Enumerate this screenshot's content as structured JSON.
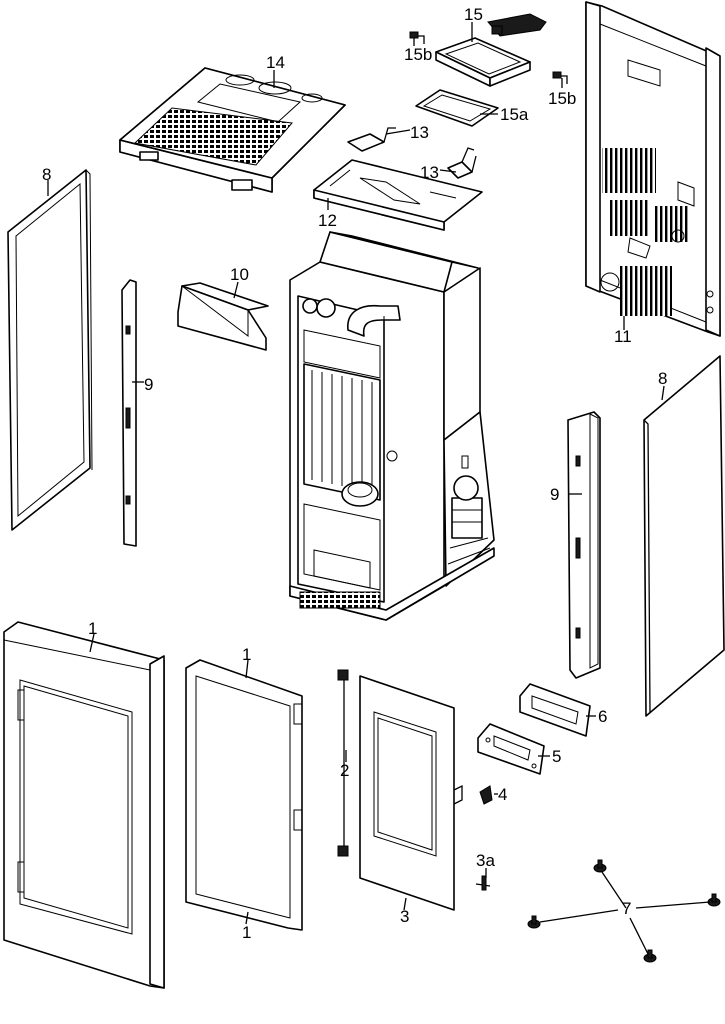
{
  "labels": {
    "p1": "1",
    "p2": "2",
    "p3": "3",
    "p3a": "3a",
    "p4": "4",
    "p5": "5",
    "p6": "6",
    "p7": "7",
    "p8": "8",
    "p9": "9",
    "p10": "10",
    "p11": "11",
    "p12": "12",
    "p13": "13",
    "p14": "14",
    "p15": "15",
    "p15a": "15a",
    "p15b": "15b"
  }
}
